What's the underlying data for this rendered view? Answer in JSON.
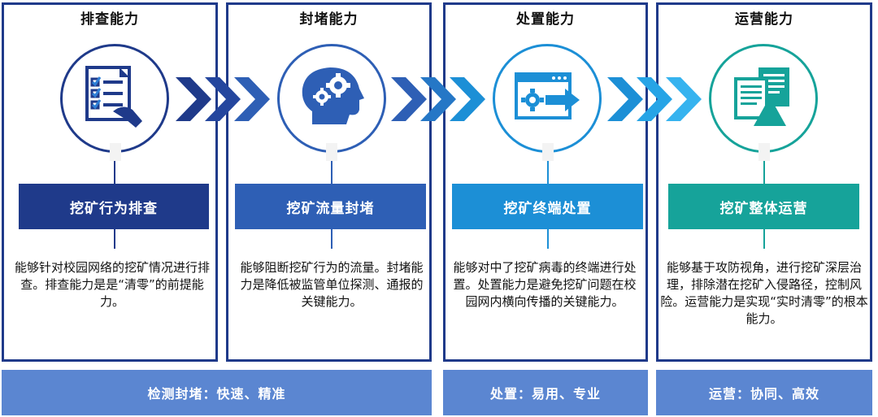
{
  "stages": [
    {
      "title": "排查能力",
      "label": "挖矿行为排查",
      "description": "能够针对校园网络的挖矿情况进行排查。排查能力是是“清零”的前提能力。",
      "icon": "checklist-icon",
      "color": "#1f3a8a"
    },
    {
      "title": "封堵能力",
      "label": "挖矿流量封堵",
      "description": "能够阻断挖矿行为的流量。封堵能力是降低被监管单位探测、通报的关键能力。",
      "icon": "head-gears-icon",
      "color": "#2e5fb5"
    },
    {
      "title": "处置能力",
      "label": "挖矿终端处置",
      "description": "能够对中了挖矿病毒的终端进行处置。处置能力是避免挖矿问题在校园网内横向传播的关键能力。",
      "icon": "browser-gear-icon",
      "color": "#1c8fd6"
    },
    {
      "title": "运营能力",
      "label": "挖矿整体运营",
      "description": "能够基于攻防视角，进行挖矿深层治理，排除潜在挖矿入侵路径，控制风险。运营能力是实现“实时清零”的根本能力。",
      "icon": "documents-triangle-icon",
      "color": "#16a39a"
    }
  ],
  "footers": [
    {
      "label": "检测封堵：快速、精准"
    },
    {
      "label": "处置：易用、专业"
    },
    {
      "label": "运营：协同、高效"
    }
  ]
}
